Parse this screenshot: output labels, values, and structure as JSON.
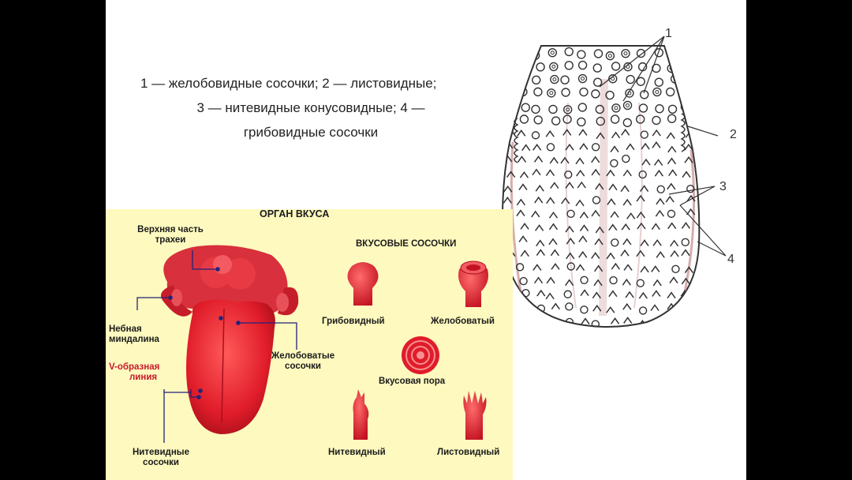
{
  "caption": {
    "line1": "1 — желобовидные сосочки; 2 — листовидные;",
    "line2": "3 — нитевидные конусовидные; 4 —",
    "line3": "грибовидные сосочки"
  },
  "diagram": {
    "numbers": [
      "1",
      "2",
      "3",
      "4"
    ]
  },
  "panel": {
    "title": "ОРГАН ВКУСА",
    "subtitle": "ВКУСОВЫЕ СОСОЧКИ",
    "labels": {
      "trachea_1": "Верхняя часть",
      "trachea_2": "трахеи",
      "tonsil_1": "Небная",
      "tonsil_2": "миндалина",
      "vline_1": "V-образная",
      "vline_2": "линия",
      "grooved_1": "Желобоватые",
      "grooved_2": "сосочки",
      "filiform_1": "Нитевидные",
      "filiform_2": "сосочки"
    },
    "papillae": {
      "fungiform": "Грибовидный",
      "grooved": "Желобоватый",
      "pore": "Вкусовая пора",
      "filiform": "Нитевидный",
      "foliate": "Листовидный"
    },
    "colors": {
      "red": "#e02030",
      "dark_red": "#b0101d",
      "background": "#fdf9bf",
      "label_red": "#c8182a"
    }
  }
}
